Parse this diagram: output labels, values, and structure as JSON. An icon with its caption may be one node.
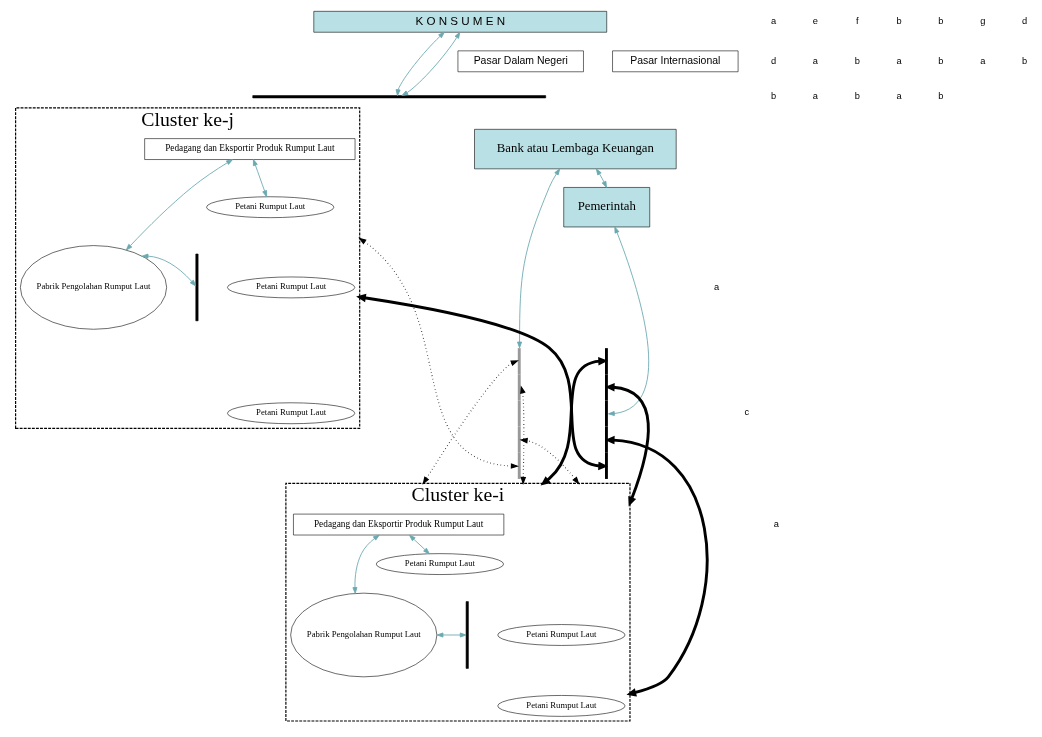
{
  "diagram": {
    "nodes": [
      {
        "text": [
          "K O N S U M E N"
        ]
      },
      {
        "text": [
          "Pasar Dalam Negeri"
        ]
      },
      {
        "text": [
          "Pasar Internasional"
        ]
      },
      {
        "text": [
          "Bank atau Lembaga Keuangan"
        ]
      },
      {
        "text": [
          "Pemerintah"
        ]
      },
      {
        "text": [
          "Cluster ke-i"
        ]
      },
      {
        "text": [
          "Pedagang dan Eksportir Produk Rumput Laut"
        ],
        "in": 5
      },
      {
        "text": [
          "Pabrik Pengolahan Rumput Laut"
        ],
        "in": 5
      },
      {
        "text": [
          "Petani Rumput Laut"
        ],
        "in": 5
      },
      {
        "text": [
          "Petani Rumput Laut"
        ],
        "in": 5
      },
      {
        "text": [
          "Petani Rumput Laut"
        ],
        "in": 5
      },
      {
        "text": [
          "Cluster ke-j"
        ]
      },
      {
        "text": [
          "Pedagang dan Eksportir Produk Rumput Laut"
        ],
        "in": 11
      },
      {
        "text": [
          "Pabrik Pengolahan Rumput Laut"
        ],
        "in": 11
      },
      {
        "text": [
          "Petani Rumput Laut"
        ],
        "in": 11
      },
      {
        "text": [
          "Petani Rumput Laut"
        ],
        "in": 11
      },
      {
        "text": [
          "Petani Rumput Laut"
        ],
        "in": 11
      },
      {
        "text": [],
        "shape": "bar"
      },
      {
        "text": [],
        "shape": "bar"
      },
      {
        "text": [],
        "shape": "bar"
      },
      {
        "text": [],
        "shape": "bar",
        "in": 5
      },
      {
        "text": [],
        "shape": "bar",
        "in": 11
      }
    ],
    "edges": [
      {
        "from": 0,
        "to": 17,
        "arrow": "both"
      },
      {
        "from": 0,
        "to": 17,
        "arrow": "both"
      },
      {
        "from": 3,
        "to": 19,
        "arrow": "both"
      },
      {
        "from": 3,
        "to": 4,
        "arrow": "both"
      },
      {
        "from": 4,
        "to": 18,
        "arrow": "both"
      },
      {
        "from": 19,
        "to": 5,
        "arrow": "both",
        "style": "dashed",
        "color": "#000000"
      },
      {
        "from": 18,
        "to": 5,
        "arrow": "both",
        "style": "thick",
        "color": "#000000"
      },
      {
        "from": 19,
        "to": 5,
        "arrow": "both",
        "style": "dashed",
        "color": "#000000"
      },
      {
        "from": 18,
        "to": 5,
        "arrow": "both",
        "style": "thick",
        "color": "#000000"
      },
      {
        "from": 6,
        "to": 7,
        "arrow": "both"
      },
      {
        "from": 6,
        "to": 8,
        "arrow": "both"
      },
      {
        "from": 7,
        "to": 20,
        "arrow": "both"
      },
      {
        "from": 12,
        "to": 13,
        "arrow": "both"
      },
      {
        "from": 12,
        "to": 14,
        "arrow": "both"
      },
      {
        "from": 13,
        "to": 21,
        "arrow": "both"
      },
      {
        "from": 5,
        "to": 19,
        "arrow": "both",
        "style": "dashed",
        "color": "#000000"
      },
      {
        "from": 5,
        "to": 18,
        "arrow": "both",
        "style": "thick",
        "color": "#000000"
      },
      {
        "from": 11,
        "to": 19,
        "arrow": "both",
        "style": "dashed",
        "color": "#000000"
      },
      {
        "from": 11,
        "to": 18,
        "arrow": "both",
        "style": "thick",
        "color": "#000000"
      }
    ],
    "labels": [
      "a",
      "a",
      "e",
      "f",
      "b",
      "b",
      "g",
      "d",
      "c",
      "d",
      "a",
      "b",
      "a",
      "b",
      "a",
      "b",
      "a",
      "b",
      "a",
      "b",
      "a",
      "b"
    ]
  }
}
